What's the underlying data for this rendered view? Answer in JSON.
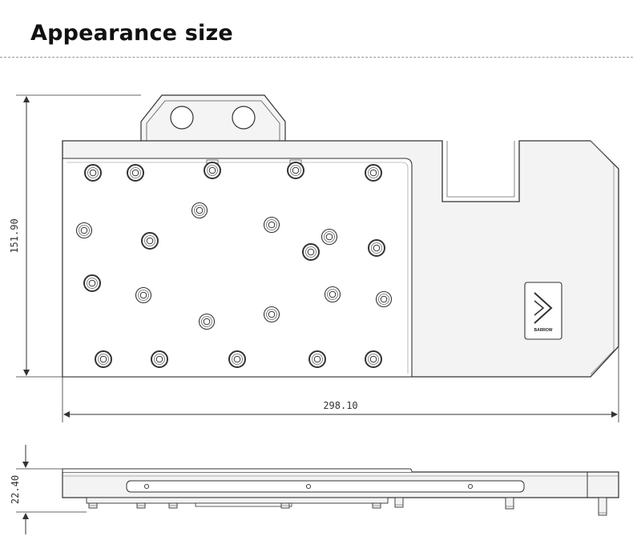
{
  "header": {
    "title": "Appearance size"
  },
  "dimensions": {
    "height": "151.90",
    "width": "298.10",
    "thickness": "22.40"
  },
  "logo": {
    "brand": "BARROW"
  },
  "colors": {
    "line": "#333333",
    "fill": "#f3f3f3",
    "accent": "#555555"
  }
}
